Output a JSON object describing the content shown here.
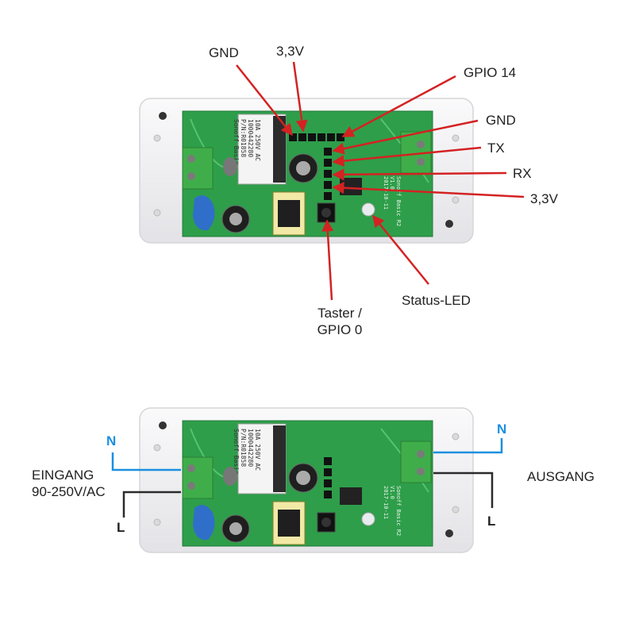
{
  "top_board": {
    "callouts": {
      "gnd_top": "GND",
      "v33_top": "3,3V",
      "gpio14": "GPIO 14",
      "gnd_right": "GND",
      "tx": "TX",
      "rx": "RX",
      "v33_right": "3,3V",
      "taster_line1": "Taster /",
      "taster_line2": "GPIO 0",
      "status_led": "Status-LED"
    },
    "pcb_text": {
      "relay_line1": "10A 250V AC",
      "relay_line2": "1000442280",
      "relay_line3": "P/N:R01858",
      "relay_line4": "Sonoff Basic",
      "side_line1": "Sonoff Basic R2",
      "side_line2": "V1.0",
      "side_line3": "2017-10-11"
    }
  },
  "bottom_board": {
    "labels": {
      "n_left": "N",
      "n_right": "N",
      "l_left": "L",
      "l_right": "L",
      "eingang_line1": "EINGANG",
      "eingang_line2": "90-250V/AC",
      "ausgang": "AUSGANG"
    }
  },
  "colors": {
    "arrow_red": "#d42222",
    "neutral_blue": "#1a8fe0",
    "live_dark": "#2b2b2b",
    "pcb_green": "#2e9e4a",
    "case_white": "#f3f3f5",
    "terminal_green": "#3fae4a"
  }
}
